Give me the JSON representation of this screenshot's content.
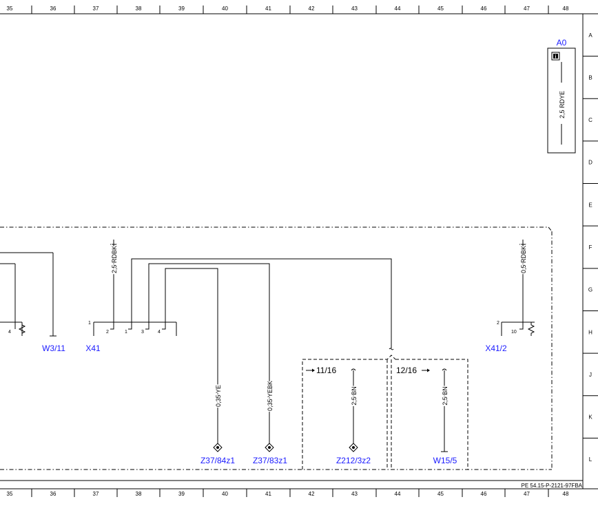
{
  "columns": [
    "35",
    "36",
    "37",
    "38",
    "39",
    "40",
    "41",
    "42",
    "43",
    "44",
    "45",
    "46",
    "47",
    "48"
  ],
  "rows": [
    "A",
    "B",
    "C",
    "D",
    "E",
    "F",
    "G",
    "H",
    "J",
    "K",
    "L"
  ],
  "drawing_id": "PE 54.15-P-2121-97FBA",
  "ref_box": {
    "label": "A0",
    "wire": "2,5 RDYE",
    "icon": "info-icon"
  },
  "connectors": {
    "x41": "X41",
    "x41_2": "X41/2",
    "x41_pin_group": "1",
    "x41_2_pin_group": "2",
    "x41_pins": [
      "4",
      "2",
      "1",
      "3",
      "4"
    ],
    "x41_2_pin": "10"
  },
  "labels": {
    "w3_11": "W3/11",
    "z37_84z1": "Z37/84z1",
    "z37_83z1": "Z37/83z1",
    "z212_3z2": "Z212/3z2",
    "w15_5": "W15/5",
    "ref_11_16": "11/16",
    "ref_12_16": "12/16"
  },
  "wires": {
    "rdbk_left": "2,5 RDBK",
    "rdbk_right": "0,5 RDBK",
    "ye": "0,35 YE",
    "yebk": "0,35 YEBK",
    "bn1": "2,5 BN",
    "bn2": "2,5 BN"
  }
}
